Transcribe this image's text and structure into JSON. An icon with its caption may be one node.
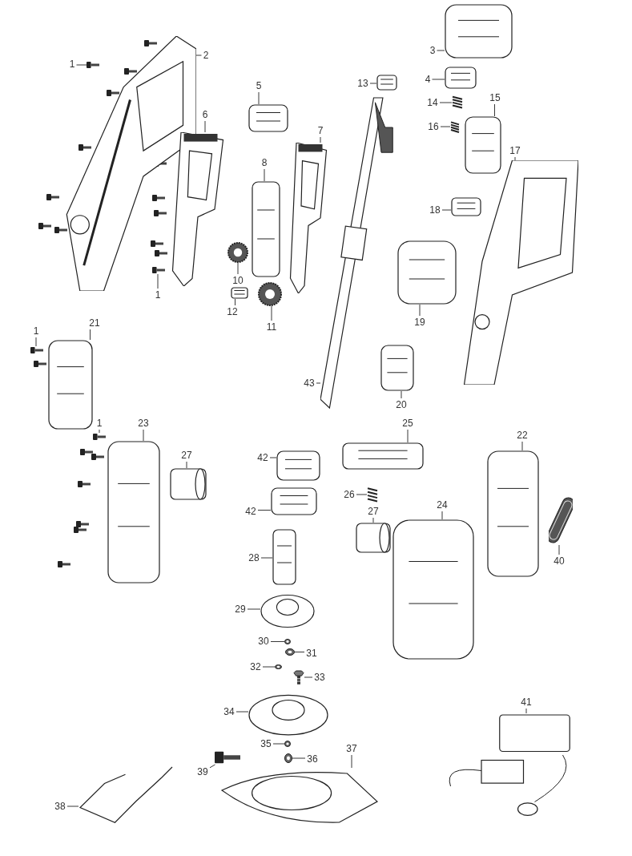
{
  "diagram": {
    "nodes": [
      {
        "text": [
          "1"
        ]
      },
      {
        "text": [],
        "shape": "picture"
      },
      {
        "text": [
          "2"
        ]
      },
      {
        "text": [],
        "shape": "picture"
      },
      {
        "text": [
          "3"
        ]
      },
      {
        "text": [],
        "shape": "picture"
      },
      {
        "text": [
          "4"
        ]
      },
      {
        "text": [],
        "shape": "picture"
      },
      {
        "text": [
          "5"
        ]
      },
      {
        "text": [],
        "shape": "picture"
      },
      {
        "text": [
          "6"
        ]
      },
      {
        "text": [],
        "shape": "picture"
      },
      {
        "text": [
          "7"
        ]
      },
      {
        "text": [],
        "shape": "picture"
      },
      {
        "text": [
          "8"
        ]
      },
      {
        "text": [],
        "shape": "picture"
      },
      {
        "text": [
          "10"
        ]
      },
      {
        "text": [],
        "shape": "picture"
      },
      {
        "text": [
          "11"
        ]
      },
      {
        "text": [],
        "shape": "picture"
      },
      {
        "text": [
          "12"
        ]
      },
      {
        "text": [],
        "shape": "picture"
      },
      {
        "text": [
          "13"
        ]
      },
      {
        "text": [],
        "shape": "picture"
      },
      {
        "text": [
          "14"
        ]
      },
      {
        "text": [],
        "shape": "picture"
      },
      {
        "text": [
          "15"
        ]
      },
      {
        "text": [],
        "shape": "picture"
      },
      {
        "text": [
          "16"
        ]
      },
      {
        "text": [],
        "shape": "picture"
      },
      {
        "text": [
          "17"
        ]
      },
      {
        "text": [],
        "shape": "picture"
      },
      {
        "text": [
          "18"
        ]
      },
      {
        "text": [],
        "shape": "picture"
      },
      {
        "text": [
          "19"
        ]
      },
      {
        "text": [],
        "shape": "picture"
      },
      {
        "text": [
          "20"
        ]
      },
      {
        "text": [],
        "shape": "picture"
      },
      {
        "text": [
          "21"
        ]
      },
      {
        "text": [],
        "shape": "picture"
      },
      {
        "text": [
          "1"
        ]
      },
      {
        "text": [],
        "shape": "picture"
      },
      {
        "text": [
          "1"
        ]
      },
      {
        "text": [],
        "shape": "picture"
      },
      {
        "text": [
          "1"
        ]
      },
      {
        "text": [],
        "shape": "picture"
      },
      {
        "text": [
          "22"
        ]
      },
      {
        "text": [],
        "shape": "picture"
      },
      {
        "text": [
          "23"
        ]
      },
      {
        "text": [],
        "shape": "picture"
      },
      {
        "text": [
          "24"
        ]
      },
      {
        "text": [],
        "shape": "picture"
      },
      {
        "text": [
          "25"
        ]
      },
      {
        "text": [],
        "shape": "picture"
      },
      {
        "text": [
          "26"
        ]
      },
      {
        "text": [],
        "shape": "picture"
      },
      {
        "text": [
          "27"
        ]
      },
      {
        "text": [],
        "shape": "picture"
      },
      {
        "text": [
          "27"
        ]
      },
      {
        "text": [],
        "shape": "picture"
      },
      {
        "text": [
          "28"
        ]
      },
      {
        "text": [],
        "shape": "picture"
      },
      {
        "text": [
          "29"
        ]
      },
      {
        "text": [],
        "shape": "picture"
      },
      {
        "text": [
          "30"
        ]
      },
      {
        "text": [],
        "shape": "picture"
      },
      {
        "text": [
          "31"
        ]
      },
      {
        "text": [],
        "shape": "picture"
      },
      {
        "text": [
          "32"
        ]
      },
      {
        "text": [],
        "shape": "picture"
      },
      {
        "text": [
          "33"
        ]
      },
      {
        "text": [],
        "shape": "picture"
      },
      {
        "text": [
          "34"
        ]
      },
      {
        "text": [],
        "shape": "picture"
      },
      {
        "text": [
          "35"
        ]
      },
      {
        "text": [],
        "shape": "picture"
      },
      {
        "text": [
          "36"
        ]
      },
      {
        "text": [],
        "shape": "picture"
      },
      {
        "text": [
          "37"
        ]
      },
      {
        "text": [],
        "shape": "picture"
      },
      {
        "text": [
          "38"
        ]
      },
      {
        "text": [],
        "shape": "picture"
      },
      {
        "text": [
          "39"
        ]
      },
      {
        "text": [],
        "shape": "picture"
      },
      {
        "text": [
          "40"
        ]
      },
      {
        "text": [],
        "shape": "picture"
      },
      {
        "text": [
          "41"
        ]
      },
      {
        "text": [],
        "shape": "picture"
      },
      {
        "text": [
          "42"
        ]
      },
      {
        "text": [],
        "shape": "picture"
      },
      {
        "text": [
          "42"
        ]
      },
      {
        "text": [],
        "shape": "picture"
      },
      {
        "text": [
          "43"
        ]
      },
      {
        "text": [],
        "shape": "picture"
      }
    ],
    "edges": [
      {
        "from": 0,
        "to": 1,
        "arrow": "none"
      },
      {
        "from": 2,
        "to": 3,
        "arrow": "none"
      },
      {
        "from": 4,
        "to": 5,
        "arrow": "none"
      },
      {
        "from": 6,
        "to": 7,
        "arrow": "none"
      },
      {
        "from": 8,
        "to": 9,
        "arrow": "none"
      },
      {
        "from": 10,
        "to": 11,
        "arrow": "none"
      },
      {
        "from": 12,
        "to": 13,
        "arrow": "none"
      },
      {
        "from": 14,
        "to": 15,
        "arrow": "none"
      },
      {
        "from": 16,
        "to": 17,
        "arrow": "none"
      },
      {
        "from": 18,
        "to": 19,
        "arrow": "none"
      },
      {
        "from": 20,
        "to": 21,
        "arrow": "none"
      },
      {
        "from": 22,
        "to": 23,
        "arrow": "none"
      },
      {
        "from": 24,
        "to": 25,
        "arrow": "none"
      },
      {
        "from": 26,
        "to": 27,
        "arrow": "none"
      },
      {
        "from": 28,
        "to": 29,
        "arrow": "none"
      },
      {
        "from": 30,
        "to": 31,
        "arrow": "none"
      },
      {
        "from": 32,
        "to": 33,
        "arrow": "none"
      },
      {
        "from": 34,
        "to": 35,
        "arrow": "none"
      },
      {
        "from": 36,
        "to": 37,
        "arrow": "none"
      },
      {
        "from": 38,
        "to": 39,
        "arrow": "none"
      },
      {
        "from": 40,
        "to": 41,
        "arrow": "none"
      },
      {
        "from": 42,
        "to": 43,
        "arrow": "none"
      },
      {
        "from": 44,
        "to": 45,
        "arrow": "none"
      },
      {
        "from": 46,
        "to": 47,
        "arrow": "none"
      },
      {
        "from": 48,
        "to": 49,
        "arrow": "none"
      },
      {
        "from": 50,
        "to": 51,
        "arrow": "none"
      },
      {
        "from": 52,
        "to": 53,
        "arrow": "none"
      },
      {
        "from": 54,
        "to": 55,
        "arrow": "none"
      },
      {
        "from": 56,
        "to": 57,
        "arrow": "none"
      },
      {
        "from": 58,
        "to": 59,
        "arrow": "none"
      },
      {
        "from": 60,
        "to": 61,
        "arrow": "none"
      },
      {
        "from": 62,
        "to": 63,
        "arrow": "none"
      },
      {
        "from": 64,
        "to": 65,
        "arrow": "none"
      },
      {
        "from": 66,
        "to": 67,
        "arrow": "none"
      },
      {
        "from": 68,
        "to": 69,
        "arrow": "none"
      },
      {
        "from": 70,
        "to": 71,
        "arrow": "none"
      },
      {
        "from": 72,
        "to": 73,
        "arrow": "none"
      },
      {
        "from": 74,
        "to": 75,
        "arrow": "none"
      },
      {
        "from": 76,
        "to": 77,
        "arrow": "none"
      },
      {
        "from": 78,
        "to": 79,
        "arrow": "none"
      },
      {
        "from": 80,
        "to": 81,
        "arrow": "none"
      },
      {
        "from": 82,
        "to": 83,
        "arrow": "none"
      },
      {
        "from": 84,
        "to": 85,
        "arrow": "none"
      },
      {
        "from": 86,
        "to": 87,
        "arrow": "none"
      },
      {
        "from": 88,
        "to": 89,
        "arrow": "none"
      },
      {
        "from": 90,
        "to": 91,
        "arrow": "none"
      },
      {
        "from": 92,
        "to": 93,
        "arrow": "none"
      }
    ]
  }
}
